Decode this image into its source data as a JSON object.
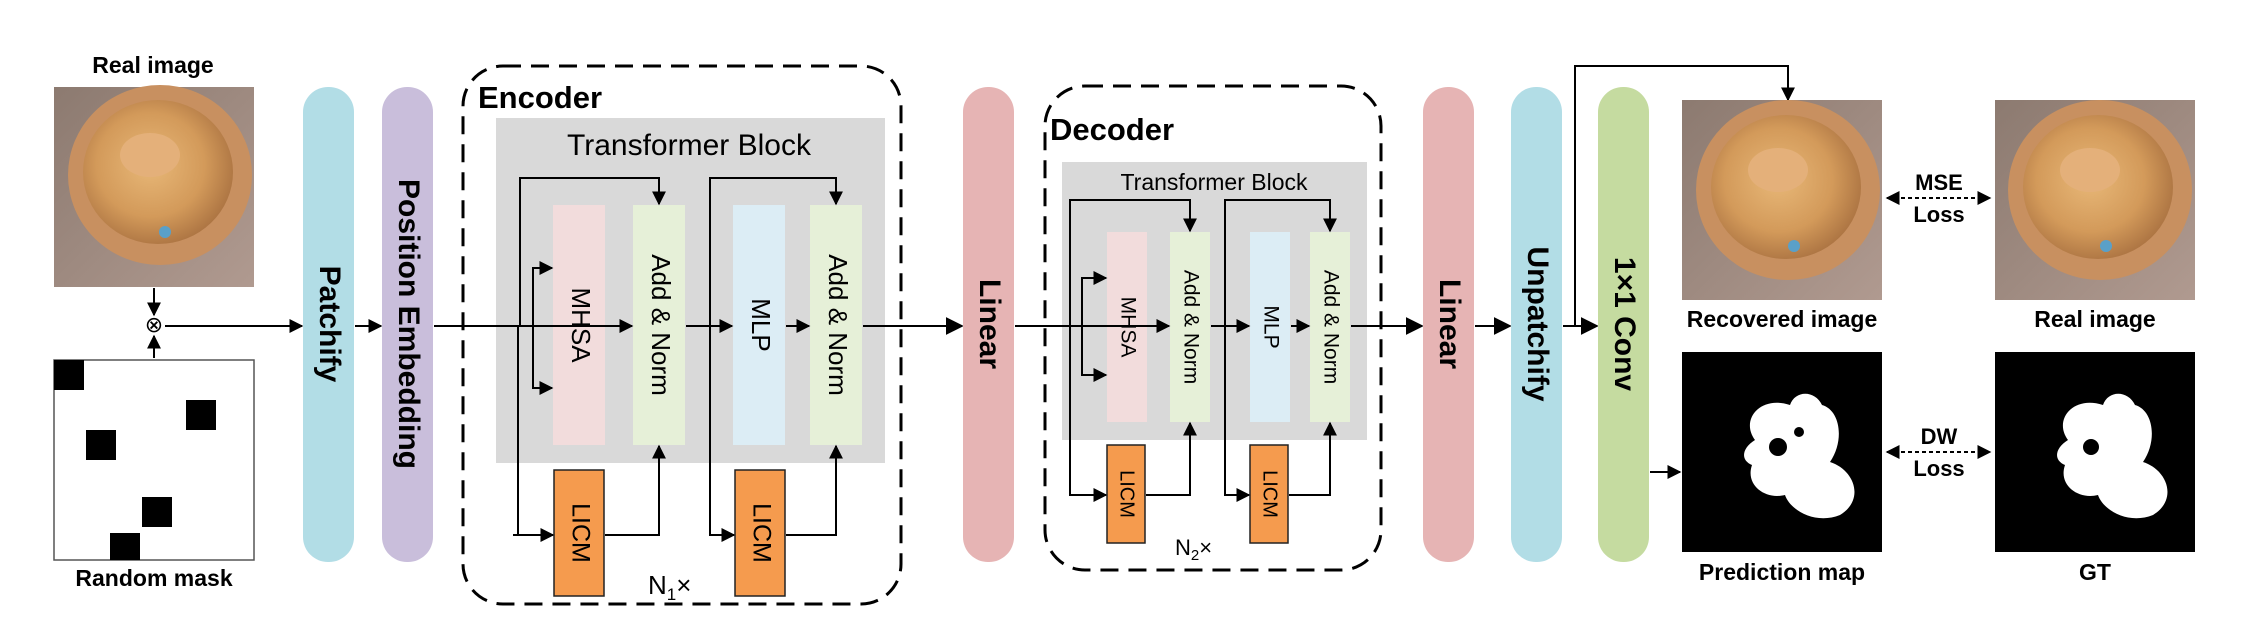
{
  "input": {
    "real_image_label": "Real image",
    "random_mask_label": "Random mask",
    "multiply_symbol": "⊗"
  },
  "modules": {
    "patchify": "Patchify",
    "position_embedding": "Position Embedding",
    "linear_1": "Linear",
    "linear_2": "Linear",
    "unpatchify": "Unpatchify",
    "conv": "1×1 Conv"
  },
  "encoder": {
    "title": "Encoder",
    "block_title": "Transformer Block",
    "mhsa": "MHSA",
    "add_norm_1": "Add & Norm",
    "mlp": "MLP",
    "add_norm_2": "Add & Norm",
    "licm_1": "LICM",
    "licm_2": "LICM",
    "repeat_n": "N",
    "repeat_sub": "1",
    "repeat_x": "×"
  },
  "decoder": {
    "title": "Decoder",
    "block_title": "Transformer Block",
    "mhsa": "MHSA",
    "add_norm_1": "Add & Norm",
    "mlp": "MLP",
    "add_norm_2": "Add & Norm",
    "licm_1": "LICM",
    "licm_2": "LICM",
    "repeat_n": "N",
    "repeat_sub": "2",
    "repeat_x": "×"
  },
  "outputs": {
    "recovered_label": "Recovered image",
    "real_label": "Real image",
    "prediction_label": "Prediction map",
    "gt_label": "GT",
    "mse_top": "MSE",
    "mse_bottom": "Loss",
    "dw_top": "DW",
    "dw_bottom": "Loss"
  },
  "colors": {
    "patchify": "#b2dde6",
    "position_embedding": "#c9bedb",
    "linear": "#e6b4b4",
    "conv": "#c5dba0",
    "block_bg": "#d9d9d9",
    "mhsa": "#f2dcdc",
    "add_norm": "#e6f0d8",
    "mlp": "#dcedf5",
    "licm": "#f59b4e"
  }
}
